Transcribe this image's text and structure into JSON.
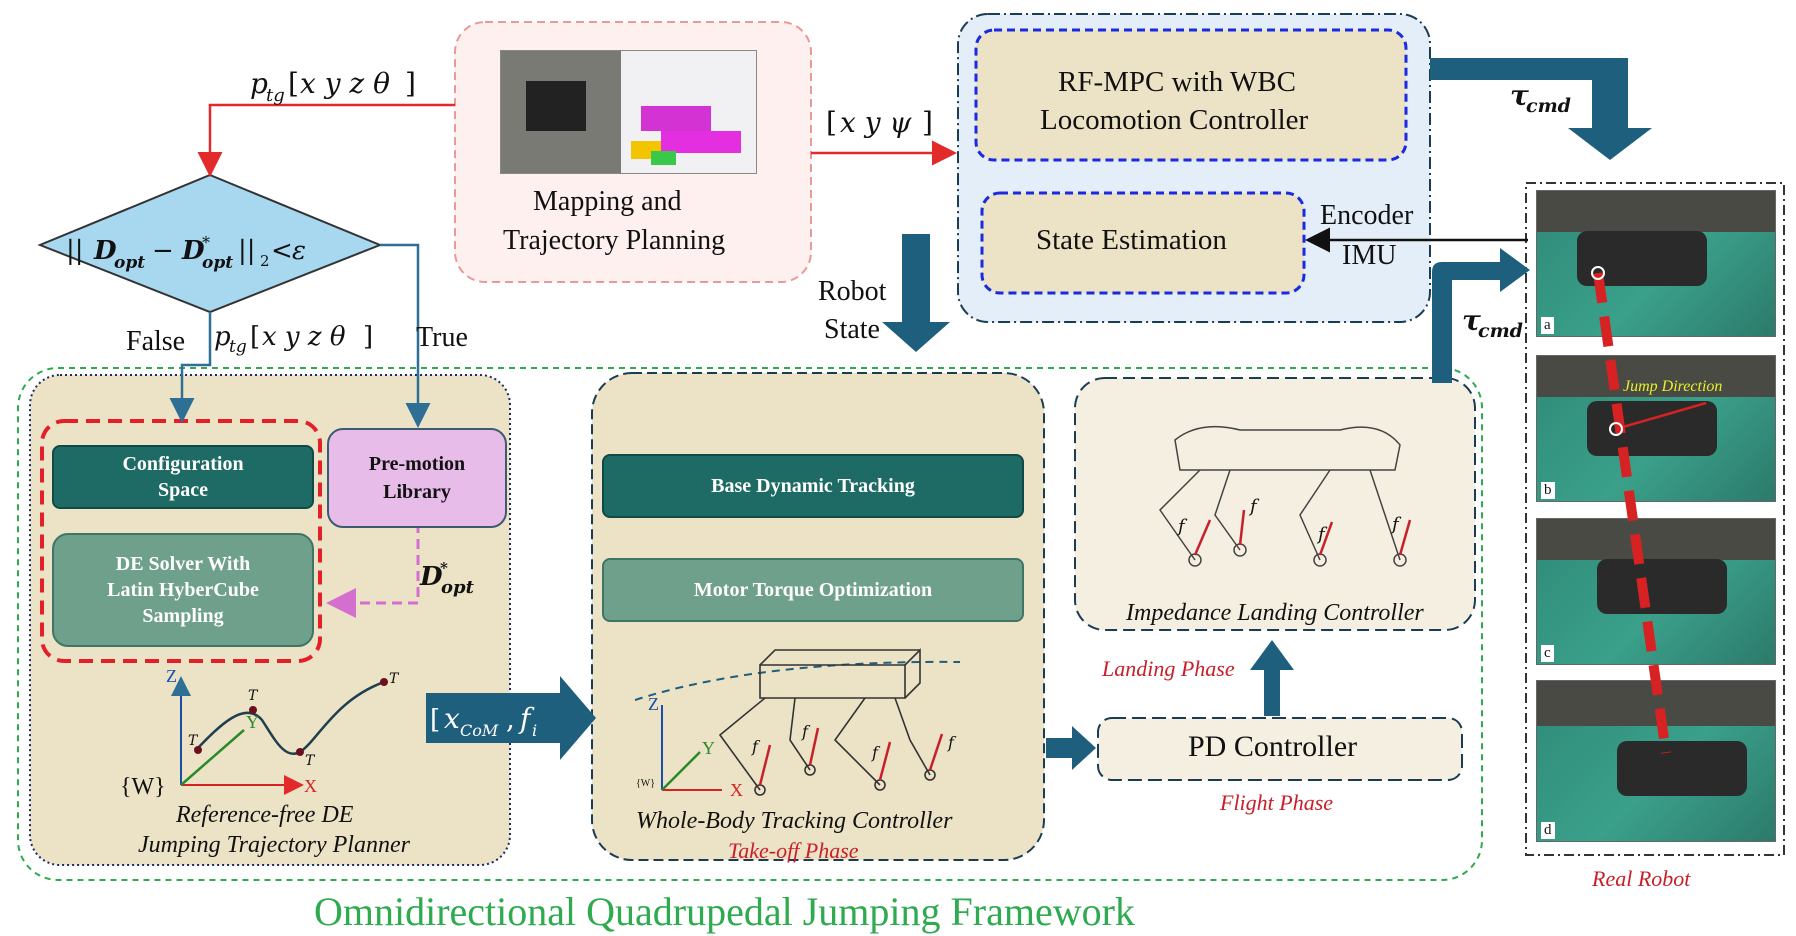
{
  "framework_title": "Omnidirectional Quadrupedal Jumping Framework",
  "mapping": {
    "title_line1": "Mapping and",
    "title_line2": "Trajectory Planning"
  },
  "rfmpc": {
    "line1": "RF-MPC with WBC",
    "line2": "Locomotion Controller"
  },
  "state_estimation": {
    "label": "State Estimation"
  },
  "sensors": {
    "encoder": "Encoder",
    "imu": "IMU"
  },
  "robot_state": {
    "line1": "Robot",
    "line2": "State"
  },
  "condition": {
    "false_label": "False",
    "true_label": "True"
  },
  "planner": {
    "config_space_line1": "Configuration",
    "config_space_line2": "Space",
    "premotion_line1": "Pre-motion",
    "premotion_line2": "Library",
    "de_solver_line1": "DE Solver With",
    "de_solver_line2": "Latin HyberCube",
    "de_solver_line3": "Sampling",
    "caption_line1": "Reference-free DE",
    "caption_line2": "Jumping Trajectory Planner",
    "axis_z": "Z",
    "axis_y": "Y",
    "axis_x": "X",
    "world": "{W}"
  },
  "tracking": {
    "base_dynamic": "Base Dynamic Tracking",
    "motor_torque": "Motor Torque Optimization",
    "caption": "Whole-Body Tracking Controller",
    "phase": "Take-off Phase",
    "axis_z": "Z",
    "axis_y": "Y",
    "axis_x": "X",
    "world": "{W}"
  },
  "landing": {
    "caption": "Impedance Landing Controller",
    "phase": "Landing Phase"
  },
  "pd": {
    "label": "PD Controller",
    "phase": "Flight Phase"
  },
  "real_robot": {
    "caption": "Real Robot",
    "jump_direction": "Jump Direction",
    "frames": [
      "a",
      "b",
      "c",
      "d"
    ]
  },
  "colors": {
    "accent_red": "#c8202a",
    "teal_dark": "#1e6b66",
    "sage": "#6fa08c",
    "arrow_blue": "#1f5f7e",
    "green_border": "#2eaa4f"
  }
}
